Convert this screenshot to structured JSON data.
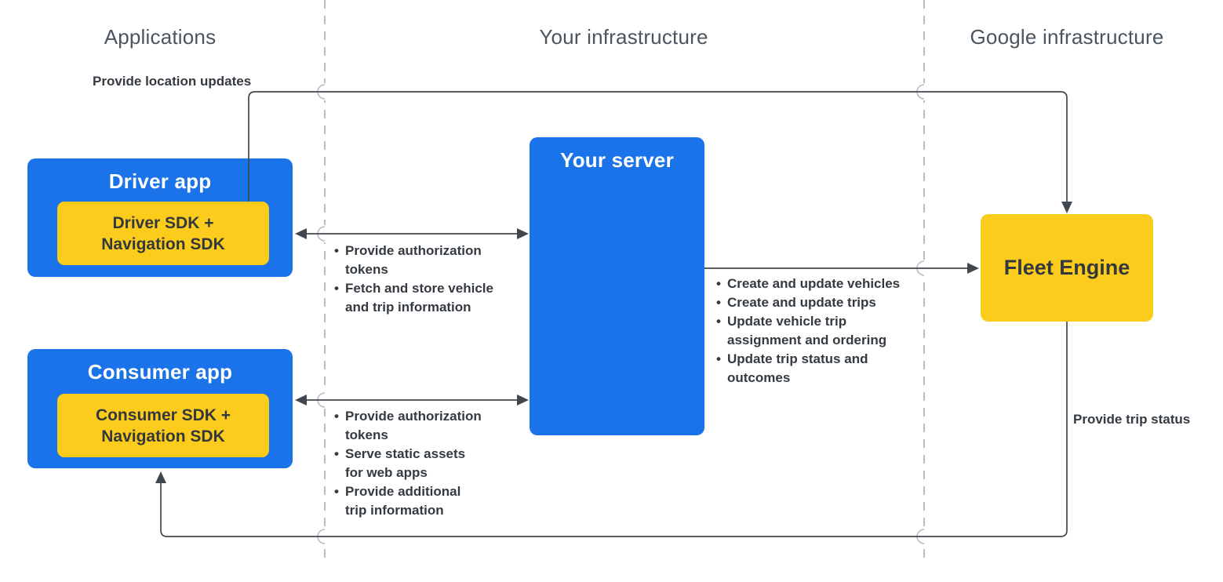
{
  "diagram": {
    "columns": [
      {
        "label": "Applications"
      },
      {
        "label": "Your infrastructure"
      },
      {
        "label": "Google infrastructure"
      }
    ],
    "nodes": {
      "driver_app": {
        "title": "Driver app",
        "sdk": "Driver SDK +\nNavigation SDK"
      },
      "consumer_app": {
        "title": "Consumer app",
        "sdk": "Consumer SDK +\nNavigation SDK"
      },
      "your_server": {
        "title": "Your server"
      },
      "fleet_engine": {
        "title": "Fleet Engine"
      }
    },
    "edge_labels": {
      "location_updates": "Provide location updates",
      "trip_status": "Provide trip status"
    },
    "edge_lists": {
      "driver_server": [
        "Provide authorization\ntokens",
        "Fetch and store vehicle\nand trip information"
      ],
      "consumer_server": [
        "Provide authorization\ntokens",
        "Serve static assets\nfor web apps",
        "Provide additional\ntrip information"
      ],
      "server_fleet": [
        "Create and update vehicles",
        "Create and update trips",
        "Update vehicle trip\nassignment and ordering",
        "Update trip status and\noutcomes"
      ]
    },
    "colors": {
      "primary_blue": "#1a73e8",
      "accent_yellow": "#fccc1c",
      "connector": "#40474e",
      "divider": "#b7bdc3",
      "header_text": "#4a5560",
      "label_text": "#343a41",
      "dark_on_yellow": "#33383d"
    }
  }
}
